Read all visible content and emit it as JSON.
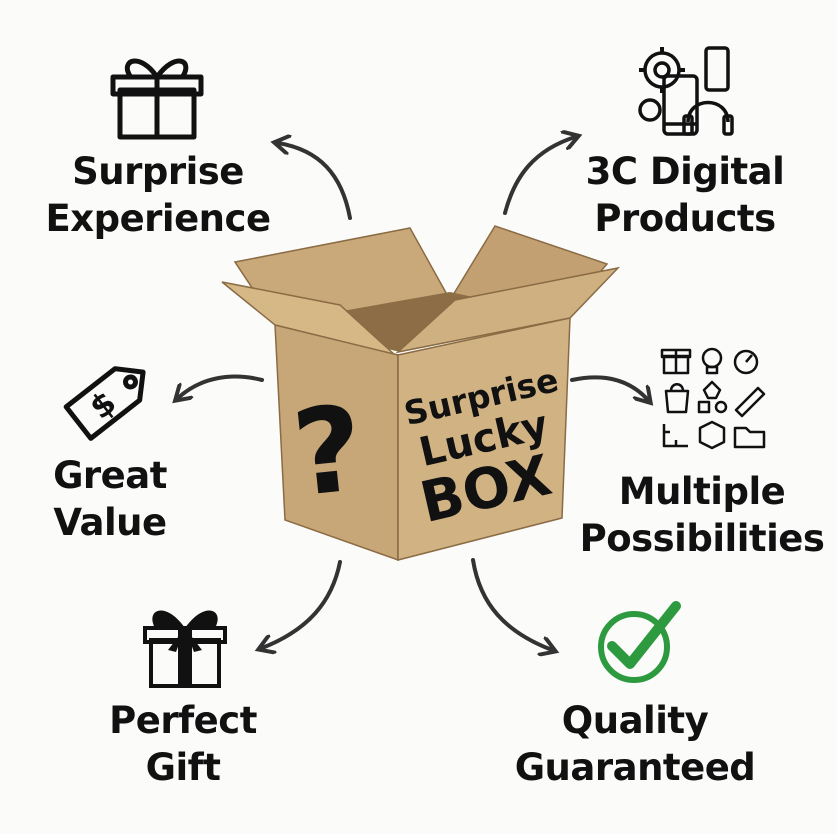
{
  "features": {
    "surprise": {
      "line1": "Surprise",
      "line2": "Experience",
      "icon": "gift-box-icon"
    },
    "digital": {
      "line1": "3C Digital",
      "line2": "Products",
      "icon": "devices-icon"
    },
    "value": {
      "line1": "Great",
      "line2": "Value",
      "icon": "price-tag-icon"
    },
    "possibilities": {
      "line1": "Multiple",
      "line2": "Possibilities",
      "icon": "items-grid-icon"
    },
    "gift": {
      "line1": "Perfect",
      "line2": "Gift",
      "icon": "gift-bow-icon"
    },
    "quality": {
      "line1": "Quality",
      "line2": "Guaranteed",
      "icon": "check-circle-icon"
    }
  },
  "box": {
    "line1": "Surprise",
    "line2": "Lucky",
    "line3": "BOX",
    "mark": "?"
  },
  "colors": {
    "cardboard": "#c9a97a",
    "cardboard_dark": "#a9865a",
    "check_green": "#2e9a3f",
    "text": "#111111"
  }
}
